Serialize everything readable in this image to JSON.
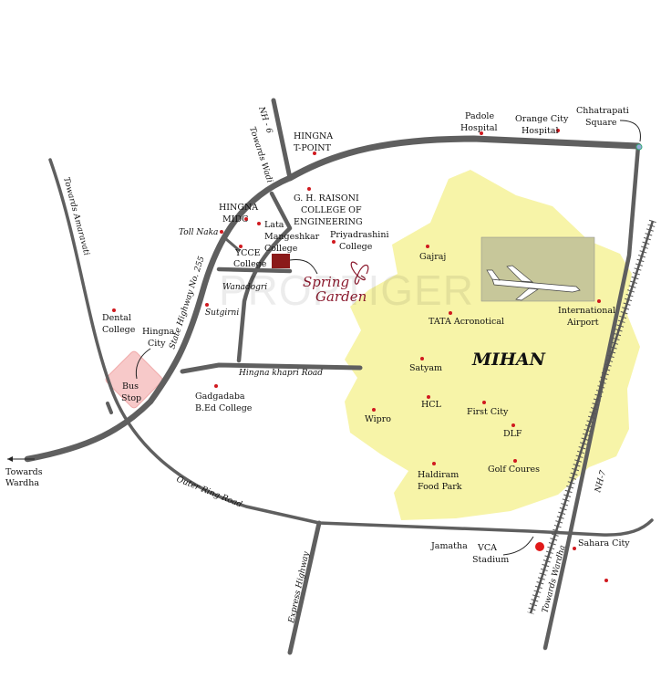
{
  "watermark": "PROPTIGER",
  "project": {
    "line1": "Spring",
    "line2": "Garden",
    "marker_color": "#8b1a1a"
  },
  "zone": {
    "name": "MIHAN",
    "fill": "#f7f4a8"
  },
  "roads": {
    "nh6": "NH - 6",
    "towards_wadi": "Towards Wadi",
    "towards_amaravati": "Towards Amaravati",
    "state_highway": "State Highway No. 255",
    "hingna_khapri_road": "Hingna khapri Road",
    "outer_ring_road": "Outer Ring Road",
    "express_highway": "Express Highway",
    "nh7": "NH-7",
    "towards_wardha_bottom": "Towards Wardha",
    "towards_wardha_left_1": "Towards",
    "towards_wardha_left_2": "Wardha"
  },
  "places": {
    "hingna_tpoint": [
      "HINGNA",
      "T-POINT"
    ],
    "padole": [
      "Padole",
      "Hospital"
    ],
    "orange_city": [
      "Orange City",
      "Hospital"
    ],
    "chhatrapati": [
      "Chhatrapati",
      "Square"
    ],
    "ghraisoni": [
      "G. H. RAISONI",
      "COLLEGE OF",
      "ENGINEERING"
    ],
    "hingna_midc": [
      "HINGNA",
      "MIDC"
    ],
    "toll_naka": "Toll Naka",
    "lata": [
      "Lata",
      "Mangeshkar",
      "College"
    ],
    "priyadarshini": [
      "Priyadrashini",
      "College"
    ],
    "ycce": [
      "YCCE",
      "College"
    ],
    "wanadogri": "Wanadogri",
    "sutgirni": "Sutgirni",
    "dental": [
      "Dental",
      "College"
    ],
    "hingna_city": [
      "Hingna",
      "City"
    ],
    "bus_stop": [
      "Bus",
      "Stop"
    ],
    "gadgadaba": [
      "Gadgadaba",
      "B.Ed College"
    ],
    "gajraj": "Gajraj",
    "tata": "TATA Acronotical",
    "intl_airport": [
      "International",
      "Airport"
    ],
    "satyam": "Satyam",
    "hcl": "HCL",
    "first_city": "First City",
    "dlf": "DLF",
    "wipro": "Wipro",
    "haldiram": [
      "Haldiram",
      "Food Park"
    ],
    "golf": "Golf Coures",
    "jamatha": "Jamatha",
    "vca": [
      "VCA",
      "Stadium"
    ],
    "sahara": "Sahara City"
  }
}
